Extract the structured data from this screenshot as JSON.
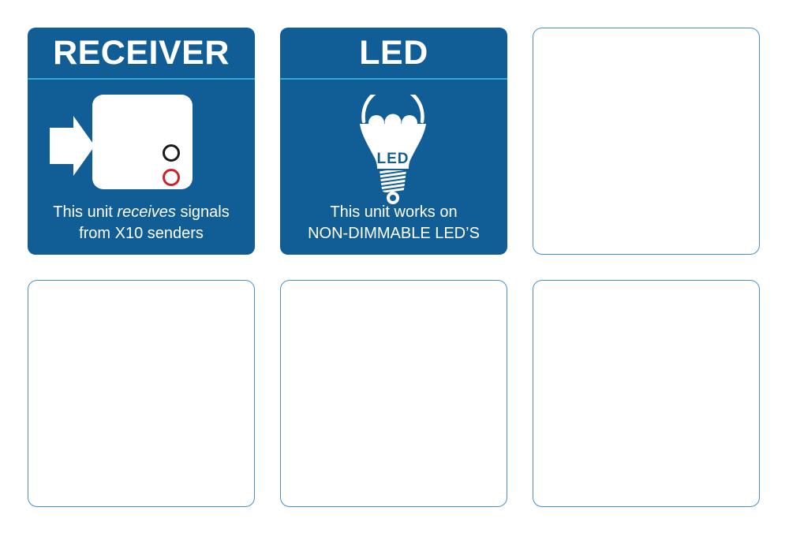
{
  "board": {
    "background": "#ffffff",
    "grid": {
      "columns": 3,
      "rows": 2
    }
  },
  "colors": {
    "card_blue": "#115e96",
    "divider_cyan": "#2fa8dc",
    "empty_border": "#4a90c5",
    "red_indicator": "#d1202c",
    "black_indicator": "#1a1a1a",
    "text_white": "#ffffff"
  },
  "cards": [
    {
      "id": "receiver",
      "variant": "label",
      "title": "RECEIVER",
      "icon": "receiver-module-icon",
      "caption": {
        "line1_before": "This unit ",
        "line1_italic": "receives",
        "line1_after": " signals",
        "line2": "from X10 senders"
      }
    },
    {
      "id": "led",
      "variant": "label",
      "title": "LED",
      "icon": "led-bulb-icon",
      "bulb_label": "LED",
      "caption": {
        "line1": "This unit works on",
        "line2": "NON-DIMMABLE LED’S"
      }
    },
    {
      "id": "empty-1",
      "variant": "empty"
    },
    {
      "id": "empty-2",
      "variant": "empty"
    },
    {
      "id": "empty-3",
      "variant": "empty"
    },
    {
      "id": "empty-4",
      "variant": "empty"
    }
  ],
  "icons": {
    "receiver_card": [
      "arrow-right-icon",
      "receiver-module-icon",
      "black-indicator-dot",
      "red-indicator-dot"
    ],
    "led_card": [
      "led-bulb-icon"
    ]
  }
}
